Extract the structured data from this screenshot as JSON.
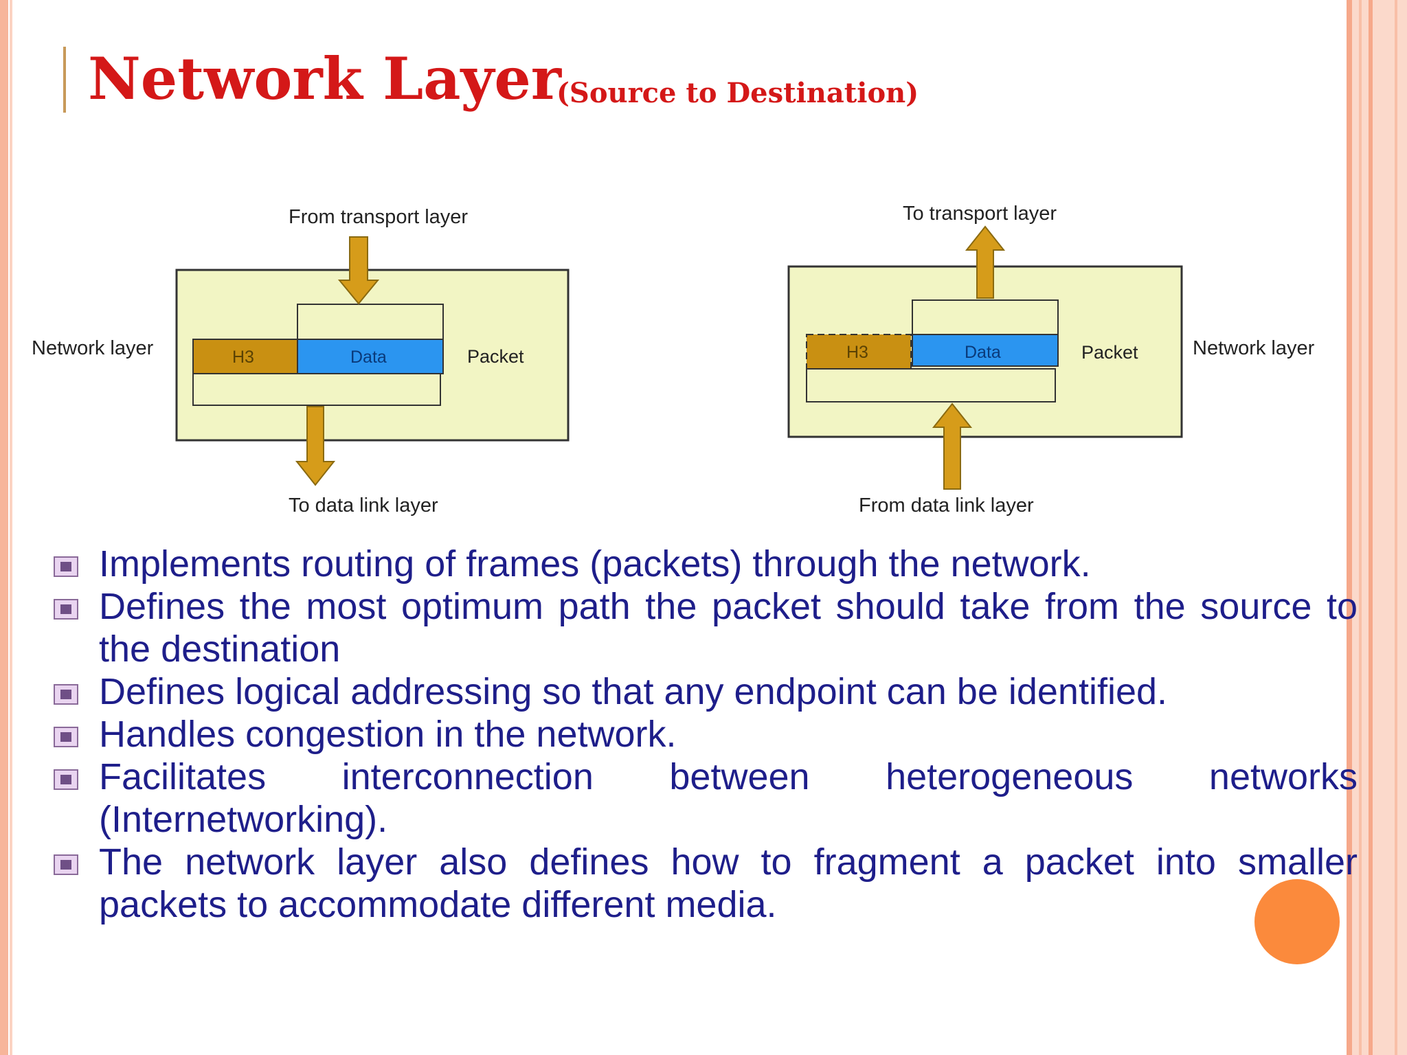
{
  "title": {
    "main": "Network Layer",
    "sub": "(Source to Destination)"
  },
  "diagram_left": {
    "top_label": "From transport layer",
    "side_label": "Network layer",
    "h3": "H3",
    "data": "Data",
    "packet": "Packet",
    "bottom_label": "To data link layer"
  },
  "diagram_right": {
    "top_label": "To transport layer",
    "side_label": "Network layer",
    "h3": "H3",
    "data": "Data",
    "packet": "Packet",
    "bottom_label": "From data link layer"
  },
  "bullets": [
    "Implements routing of frames (packets) through the network.",
    "Defines the most optimum path the packet should take from the source to the destination",
    "Defines logical addressing so that any endpoint can be identified.",
    "Handles congestion in the network.",
    "Facilitates interconnection between heterogeneous networks (Internetworking).",
    "The network layer also defines how to fragment a packet into smaller packets to accommodate different media."
  ],
  "colors": {
    "title": "#d41818",
    "bullet_text": "#1e1e8a",
    "box_fill": "#f2f5c4",
    "header_fill": "#c99012",
    "data_fill": "#2b95f0",
    "arrow_fill": "#d69c1a",
    "accent_circle": "#fb8a3c"
  }
}
